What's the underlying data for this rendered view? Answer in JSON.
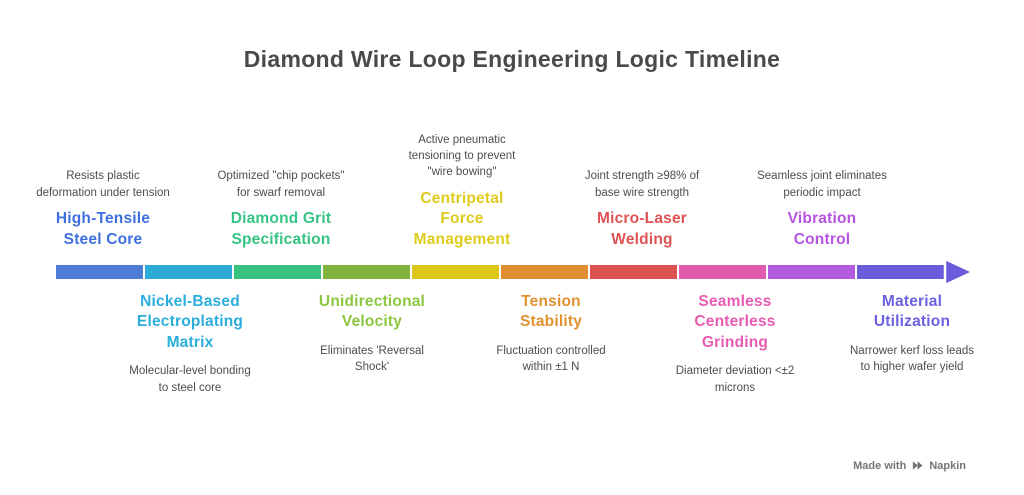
{
  "title": "Diamond Wire Loop Engineering Logic Timeline",
  "milestones": [
    {
      "order": 1,
      "side": "top",
      "title": "High-Tensile Steel Core",
      "description": "Resists plastic deformation under tension",
      "title_color": "#3d70de",
      "segment_color": "#4d7cd6"
    },
    {
      "order": 2,
      "side": "bottom",
      "title": "Nickel-Based Electroplating Matrix",
      "description": "Molecular-level bonding to steel core",
      "title_color": "#2baede",
      "segment_color": "#2babd6"
    },
    {
      "order": 3,
      "side": "top",
      "title": "Diamond Grit Specification",
      "description": "Optimized \"chip pockets\" for swarf removal",
      "title_color": "#35c483",
      "segment_color": "#36c17e"
    },
    {
      "order": 4,
      "side": "bottom",
      "title": "Unidirectional Velocity",
      "description": "Eliminates 'Reversal Shock'",
      "title_color": "#8cc63f",
      "segment_color": "#81b43c"
    },
    {
      "order": 5,
      "side": "top",
      "title": "Centripetal Force Management",
      "description": "Active pneumatic tensioning to prevent \"wire bowing\"",
      "title_color": "#decb1c",
      "segment_color": "#dcc617"
    },
    {
      "order": 6,
      "side": "bottom",
      "title": "Tension Stability",
      "description": "Fluctuation controlled within ±1 N",
      "title_color": "#e2912f",
      "segment_color": "#de9030"
    },
    {
      "order": 7,
      "side": "top",
      "title": "Micro-Laser Welding",
      "description": "Joint strength ≥98% of base wire strength",
      "title_color": "#e05252",
      "segment_color": "#dd5151"
    },
    {
      "order": 8,
      "side": "bottom",
      "title": "Seamless Centerless Grinding",
      "description": "Diameter deviation <±2 microns",
      "title_color": "#e85bb2",
      "segment_color": "#df5bad"
    },
    {
      "order": 9,
      "side": "top",
      "title": "Vibration Control",
      "description": "Seamless joint eliminates periodic impact",
      "title_color": "#b653e0",
      "segment_color": "#b35bde"
    },
    {
      "order": 10,
      "side": "bottom",
      "title": "Material Utilization",
      "description": "Narrower kerf loss leads to higher wafer yield",
      "title_color": "#6b61e0",
      "segment_color": "#6c5cdb"
    }
  ],
  "arrow": {
    "direction": "left-to-right",
    "head_color": "#6c5cdb",
    "outline_color": "#ffffff"
  },
  "watermark": {
    "prefix": "Made with",
    "brand": "Napkin",
    "color": "#757575"
  }
}
